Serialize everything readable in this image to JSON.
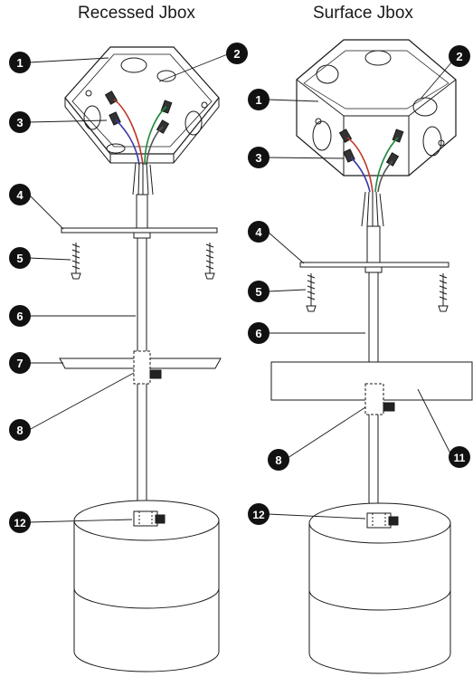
{
  "titles": {
    "recessed": "Recessed Jbox",
    "surface": "Surface Jbox"
  },
  "callouts": {
    "recessed": [
      "1",
      "2",
      "3",
      "4",
      "5",
      "6",
      "7",
      "8",
      "12"
    ],
    "surface": [
      "1",
      "2",
      "3",
      "4",
      "5",
      "6",
      "8",
      "11",
      "12"
    ]
  },
  "colors": {
    "line": "#1a1a1a",
    "badge": "#111111",
    "wire_red": "#c0392b",
    "wire_green": "#1e8a3c",
    "wire_blue": "#3a3aa8"
  }
}
